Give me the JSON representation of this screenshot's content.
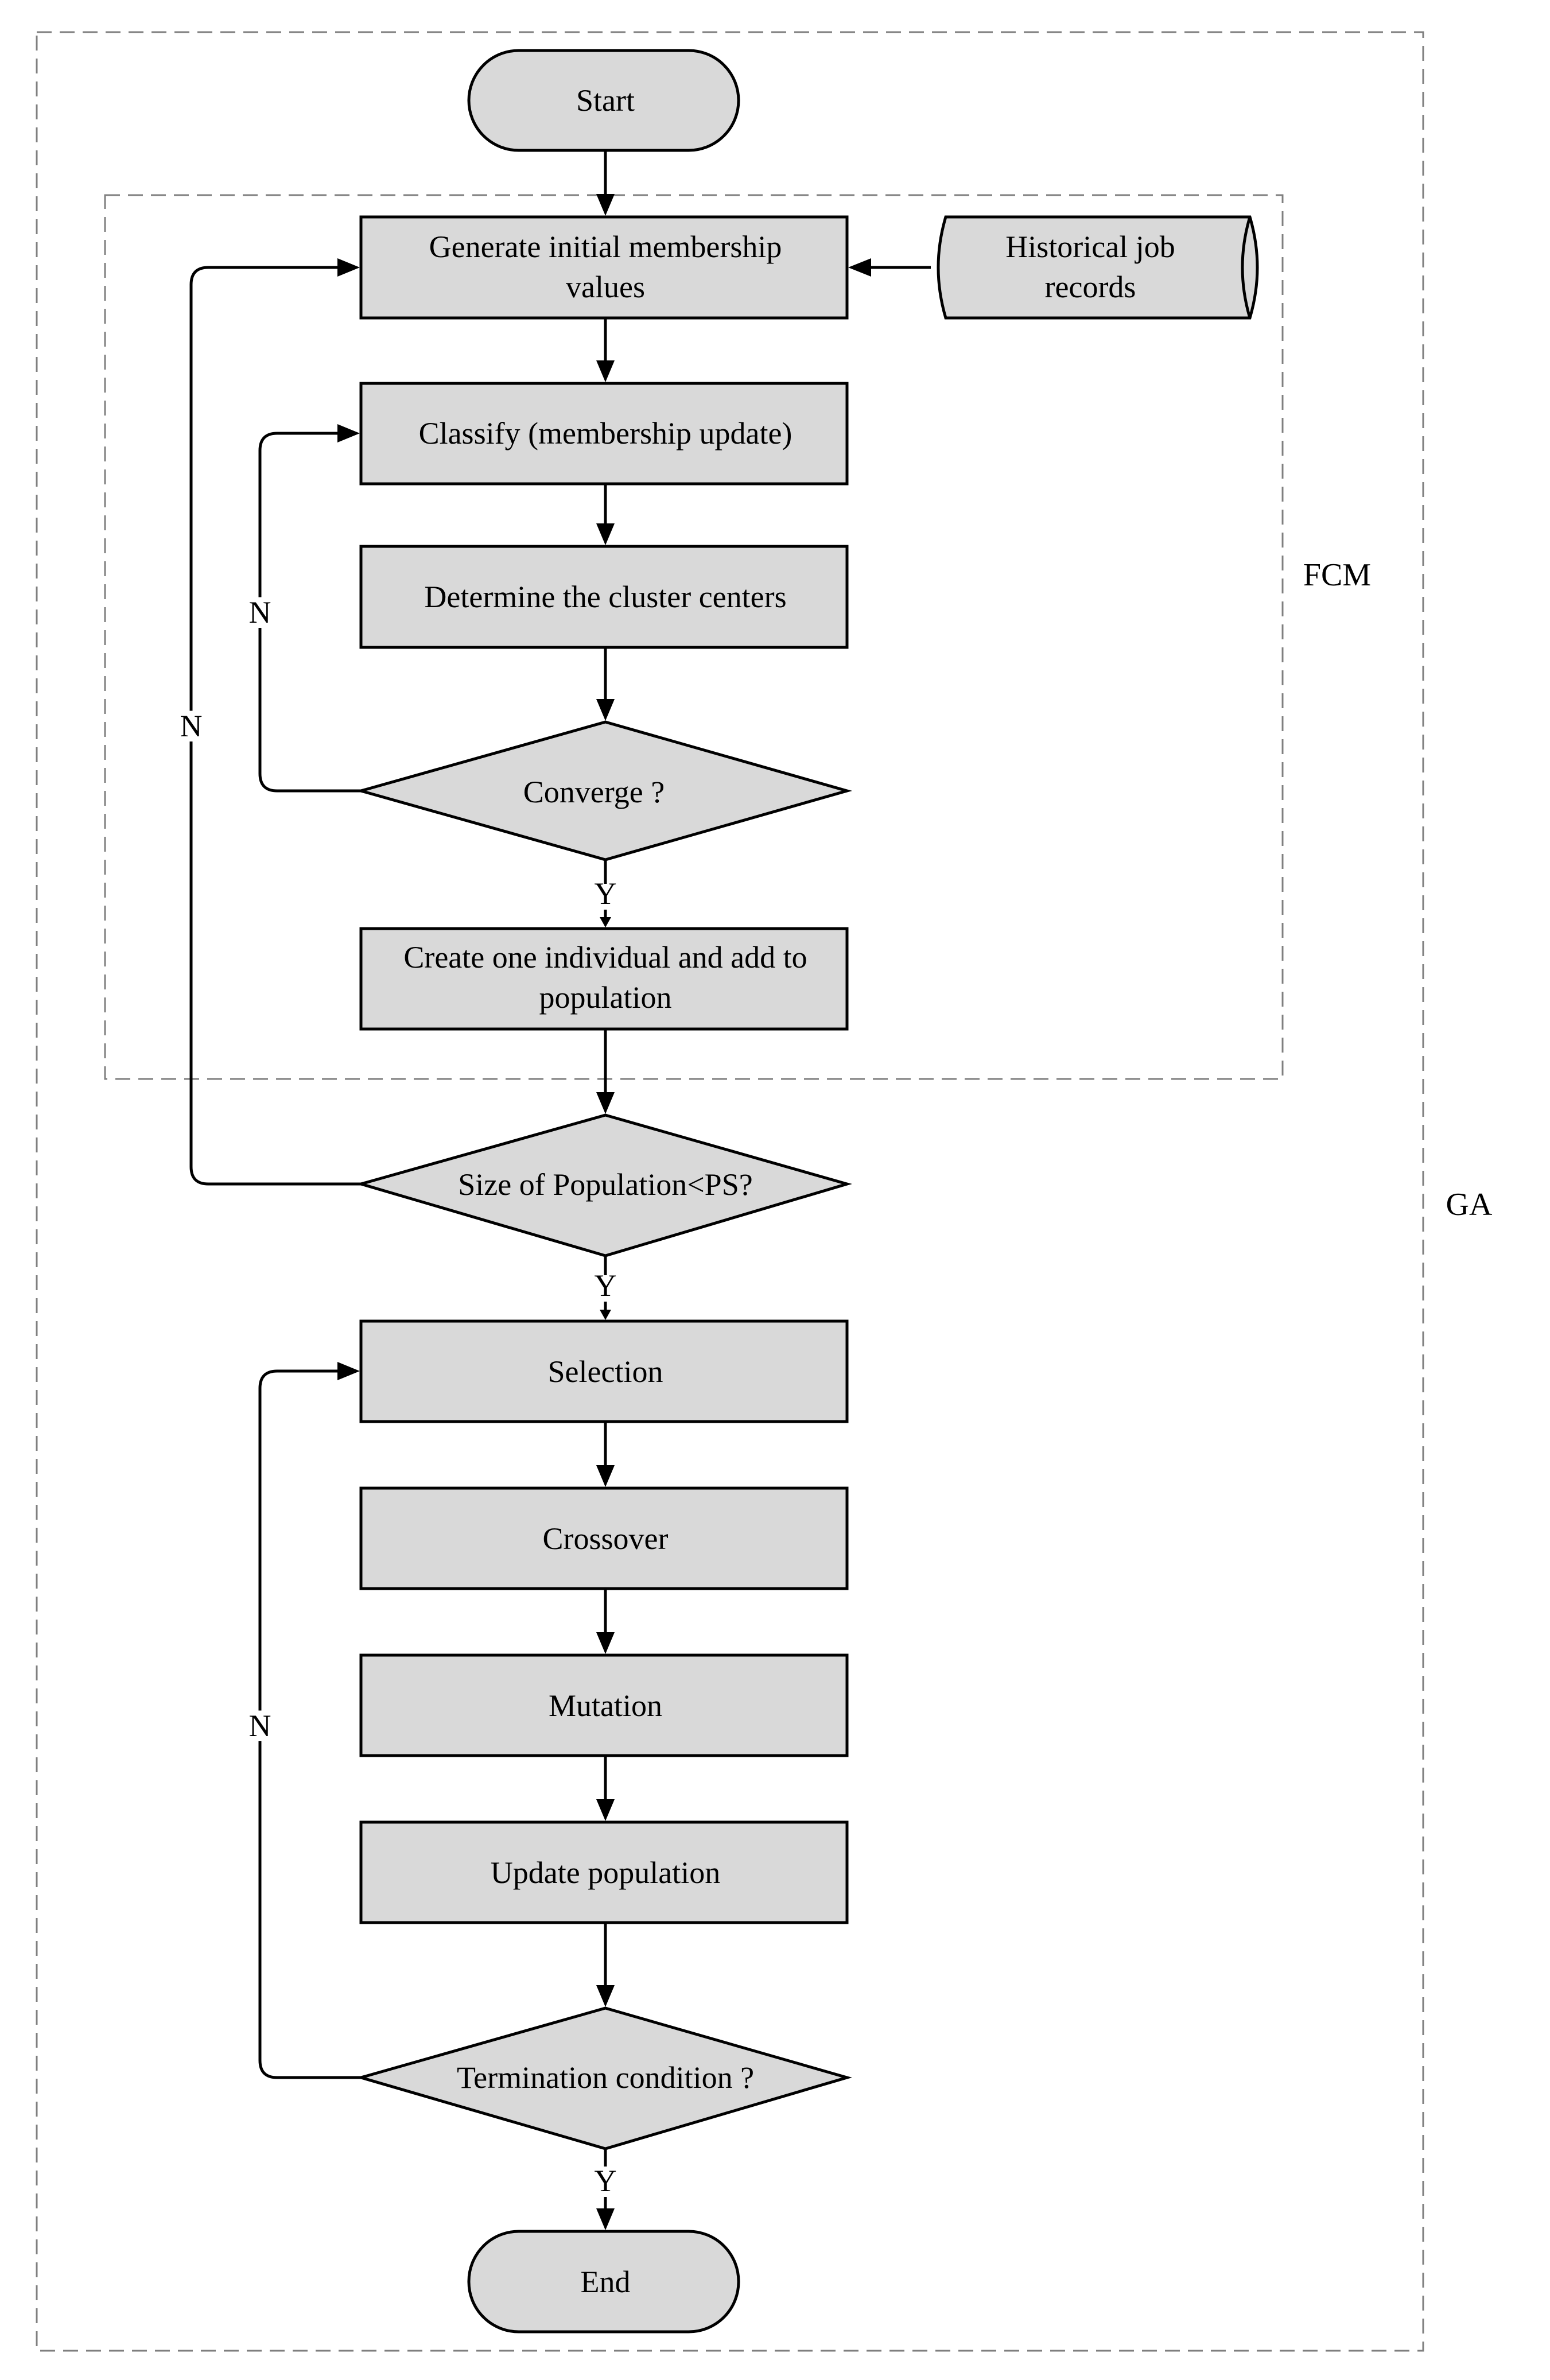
{
  "groups": {
    "ga_label": "GA",
    "fcm_label": "FCM"
  },
  "nodes": {
    "start": "Start",
    "generate_line1": "Generate initial membership",
    "generate_line2": "values",
    "historical_line1": "Historical job",
    "historical_line2": "records",
    "classify": "Classify (membership update)",
    "determine": "Determine the cluster centers",
    "converge": "Converge ?",
    "create_line1": "Create one individual and add to",
    "create_line2": "population",
    "size_check": "Size of Population<PS?",
    "selection": "Selection",
    "crossover": "Crossover",
    "mutation": "Mutation",
    "update": "Update population",
    "termination": "Termination condition ?",
    "end": "End"
  },
  "edge_labels": {
    "converge_yes": "Y",
    "converge_no": "N",
    "size_yes": "Y",
    "size_no": "N",
    "termination_yes": "Y",
    "termination_no": "N"
  },
  "colors": {
    "fill": "#d9d9d9",
    "stroke": "#000000",
    "group_border": "#7f7f7f"
  }
}
